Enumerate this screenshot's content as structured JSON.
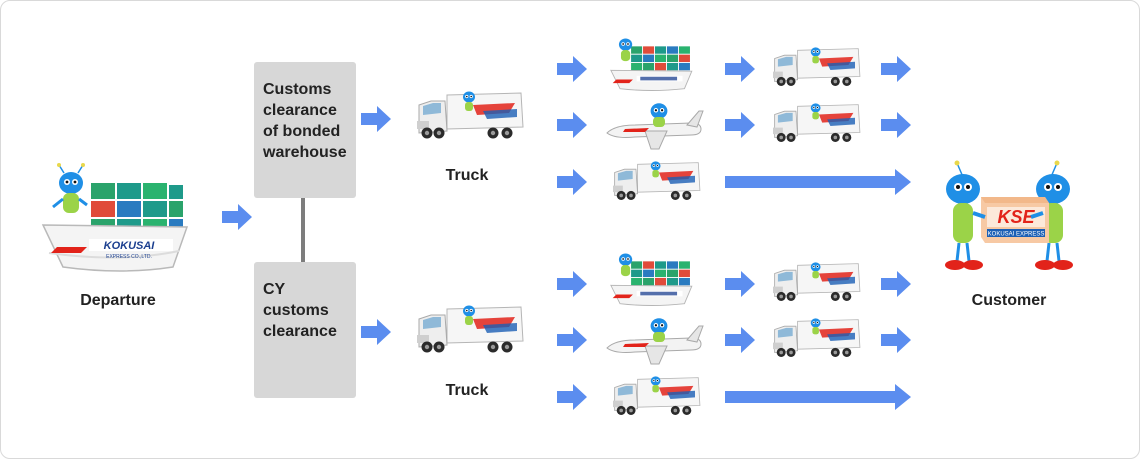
{
  "labels": {
    "departure": "Departure",
    "customer": "Customer",
    "truck_top": "Truck",
    "truck_bottom": "Truck"
  },
  "boxes": {
    "bonded": "Customs\nclearance\nof bonded\nwarehouse",
    "cy": "CY customs\nclearance"
  },
  "logo_text": {
    "ship_brand": "KOKUSAI",
    "ship_tagline": "EXPRESS CO.,LTD.",
    "box_brand": "KSE",
    "box_tagline": "KOKUSAI EXPRESS"
  },
  "colors": {
    "arrow": "#5b8def",
    "box": "#d7d7d7",
    "connector": "#7d7d7d",
    "mascot": "#1f8fe6",
    "brand_red": "#e2231a"
  },
  "icons": [
    "ship-icon",
    "truck-icon",
    "airplane-icon",
    "mascot-icon",
    "arrow-icon",
    "kse-package-icon"
  ]
}
